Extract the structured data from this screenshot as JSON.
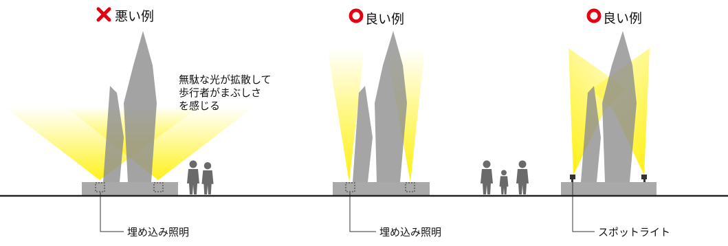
{
  "panels": [
    {
      "verdict": "bad",
      "heading": "悪い例",
      "fixture_label": "埋め込み照明"
    },
    {
      "verdict": "good",
      "heading": "良い例",
      "fixture_label": "埋め込み照明"
    },
    {
      "verdict": "good",
      "heading": "良い例",
      "fixture_label": "スポットライト"
    }
  ],
  "annotation": {
    "lines": [
      "無駄な光が拡散して",
      "歩行者がまぶしさ",
      "を感じる"
    ]
  },
  "colors": {
    "bad_mark": "#e50012",
    "good_mark": "#e50012",
    "light": "#fff000",
    "monument": "#8f8f8f",
    "base": "#a9a9a9",
    "ground": "#222222",
    "pedestrian": "#6a6a6a"
  }
}
